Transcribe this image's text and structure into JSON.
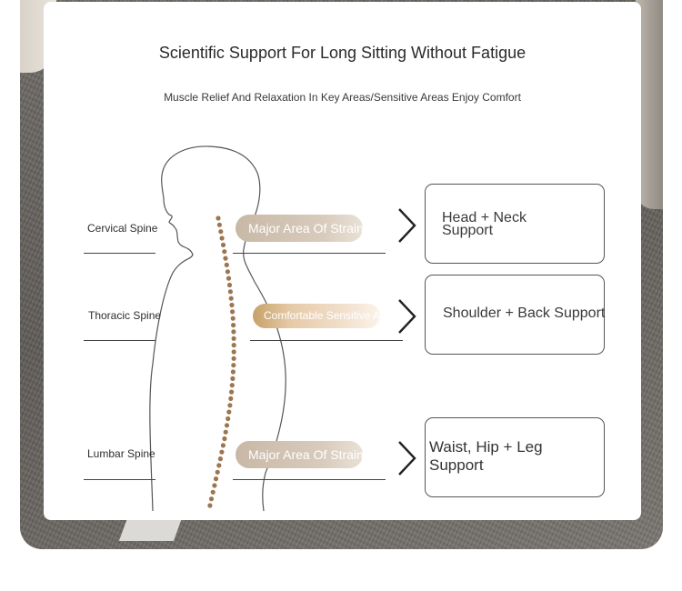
{
  "header": {
    "title": "Scientific Support For Long Sitting Without Fatigue",
    "subtitle": "Muscle Relief And Relaxation In Key Areas/Sensitive Areas Enjoy Comfort"
  },
  "rows": [
    {
      "spine_label": "Cervical Spine",
      "pill_label": "Major Area Of Strain",
      "support_label": "Head + Neck Support"
    },
    {
      "spine_label": "Thoracic Spine",
      "pill_label": "Comfortable Sensitive Areas",
      "support_label": "Shoulder + Back Support"
    },
    {
      "spine_label": "Lumbar Spine",
      "pill_label": "Major Area Of Strain",
      "support_label": "Waist, Hip + Leg Support"
    }
  ],
  "colors": {
    "spine_dots": "#9c7650",
    "strain_pill": "#cdbdab",
    "comfort_pill": "#c7a169",
    "outline": "#555555"
  },
  "icons": [
    "chevron-right-icon",
    "human-silhouette",
    "spine-dots"
  ]
}
